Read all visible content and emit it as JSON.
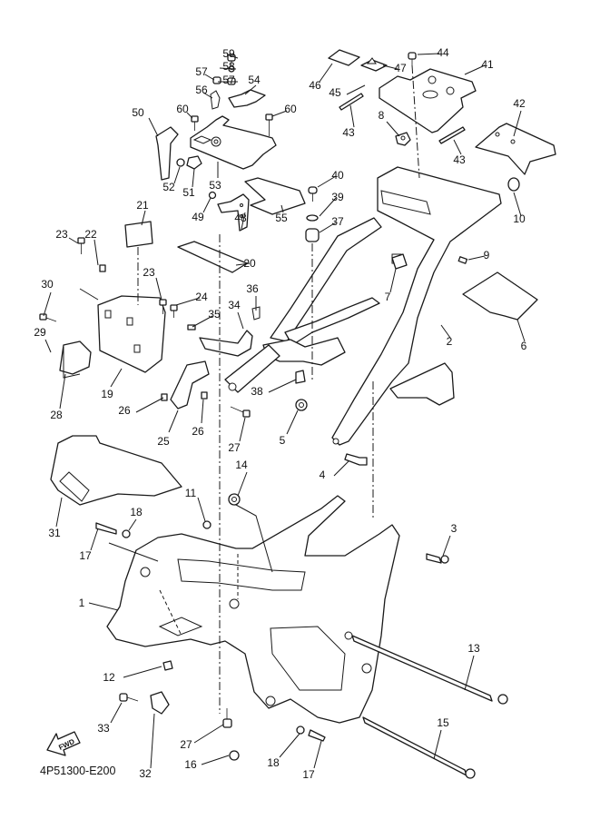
{
  "diagram": {
    "title": "Frame exploded parts diagram",
    "drawing_code": "4P51300-E200",
    "direction_indicator": "FWD",
    "colors": {
      "line": "#1a1a1a",
      "background": "#ffffff"
    },
    "callouts": [
      {
        "id": "59",
        "part": "bolt"
      },
      {
        "id": "58",
        "part": "washer"
      },
      {
        "id": "57a",
        "label": "57",
        "part": "nut"
      },
      {
        "id": "57b",
        "label": "57",
        "part": "nut"
      },
      {
        "id": "56",
        "part": "clip"
      },
      {
        "id": "54",
        "part": "pad"
      },
      {
        "id": "60a",
        "label": "60",
        "part": "bolt"
      },
      {
        "id": "60b",
        "label": "60",
        "part": "bolt"
      },
      {
        "id": "50",
        "part": "bracket"
      },
      {
        "id": "52",
        "part": "clip"
      },
      {
        "id": "51",
        "part": "clamp"
      },
      {
        "id": "53",
        "part": "plate"
      },
      {
        "id": "49",
        "part": "screw"
      },
      {
        "id": "48",
        "part": "bracket"
      },
      {
        "id": "55",
        "part": "cover"
      },
      {
        "id": "46",
        "part": "label"
      },
      {
        "id": "47",
        "part": "caution label"
      },
      {
        "id": "44",
        "part": "bolt"
      },
      {
        "id": "41",
        "part": "tray"
      },
      {
        "id": "45",
        "part": "seal"
      },
      {
        "id": "43a",
        "label": "43",
        "part": "damper"
      },
      {
        "id": "43b",
        "label": "43",
        "part": "damper"
      },
      {
        "id": "42",
        "part": "rear flap"
      },
      {
        "id": "8",
        "part": "bracket"
      },
      {
        "id": "40",
        "part": "bolt"
      },
      {
        "id": "39",
        "part": "washer"
      },
      {
        "id": "37",
        "part": "damper"
      },
      {
        "id": "10",
        "part": "cap"
      },
      {
        "id": "21",
        "part": "pad"
      },
      {
        "id": "20",
        "part": "sheet"
      },
      {
        "id": "23a",
        "label": "23",
        "part": "bolt"
      },
      {
        "id": "22",
        "part": "nut"
      },
      {
        "id": "23b",
        "label": "23",
        "part": "bolt"
      },
      {
        "id": "24",
        "part": "bolt"
      },
      {
        "id": "30",
        "part": "bolt"
      },
      {
        "id": "34",
        "part": "bracket"
      },
      {
        "id": "36",
        "part": "clip"
      },
      {
        "id": "35",
        "part": "bolt"
      },
      {
        "id": "9",
        "part": "damper"
      },
      {
        "id": "7",
        "part": "bracket"
      },
      {
        "id": "29",
        "part": "nut"
      },
      {
        "id": "6",
        "part": "sheet"
      },
      {
        "id": "2",
        "part": "rear frame"
      },
      {
        "id": "19",
        "part": "battery box"
      },
      {
        "id": "38",
        "part": "collar"
      },
      {
        "id": "26a",
        "label": "26",
        "part": "nut"
      },
      {
        "id": "26b",
        "label": "26",
        "part": "nut"
      },
      {
        "id": "28",
        "part": "bracket"
      },
      {
        "id": "25",
        "part": "bracket"
      },
      {
        "id": "27a",
        "label": "27",
        "part": "bolt"
      },
      {
        "id": "5",
        "part": "nut"
      },
      {
        "id": "4",
        "part": "bolt"
      },
      {
        "id": "14",
        "part": "nut"
      },
      {
        "id": "11",
        "part": "nut"
      },
      {
        "id": "31",
        "part": "cover"
      },
      {
        "id": "18a",
        "label": "18",
        "part": "washer"
      },
      {
        "id": "17a",
        "label": "17",
        "part": "bolt"
      },
      {
        "id": "3",
        "part": "bolt"
      },
      {
        "id": "1",
        "part": "main frame"
      },
      {
        "id": "13",
        "part": "bolt"
      },
      {
        "id": "12",
        "part": "nut"
      },
      {
        "id": "33",
        "part": "bolt"
      },
      {
        "id": "15",
        "part": "bolt"
      },
      {
        "id": "27b",
        "label": "27",
        "part": "bolt"
      },
      {
        "id": "32",
        "part": "bracket"
      },
      {
        "id": "18b",
        "label": "18",
        "part": "washer"
      },
      {
        "id": "16",
        "part": "nut"
      },
      {
        "id": "17b",
        "label": "17",
        "part": "bolt"
      }
    ]
  }
}
